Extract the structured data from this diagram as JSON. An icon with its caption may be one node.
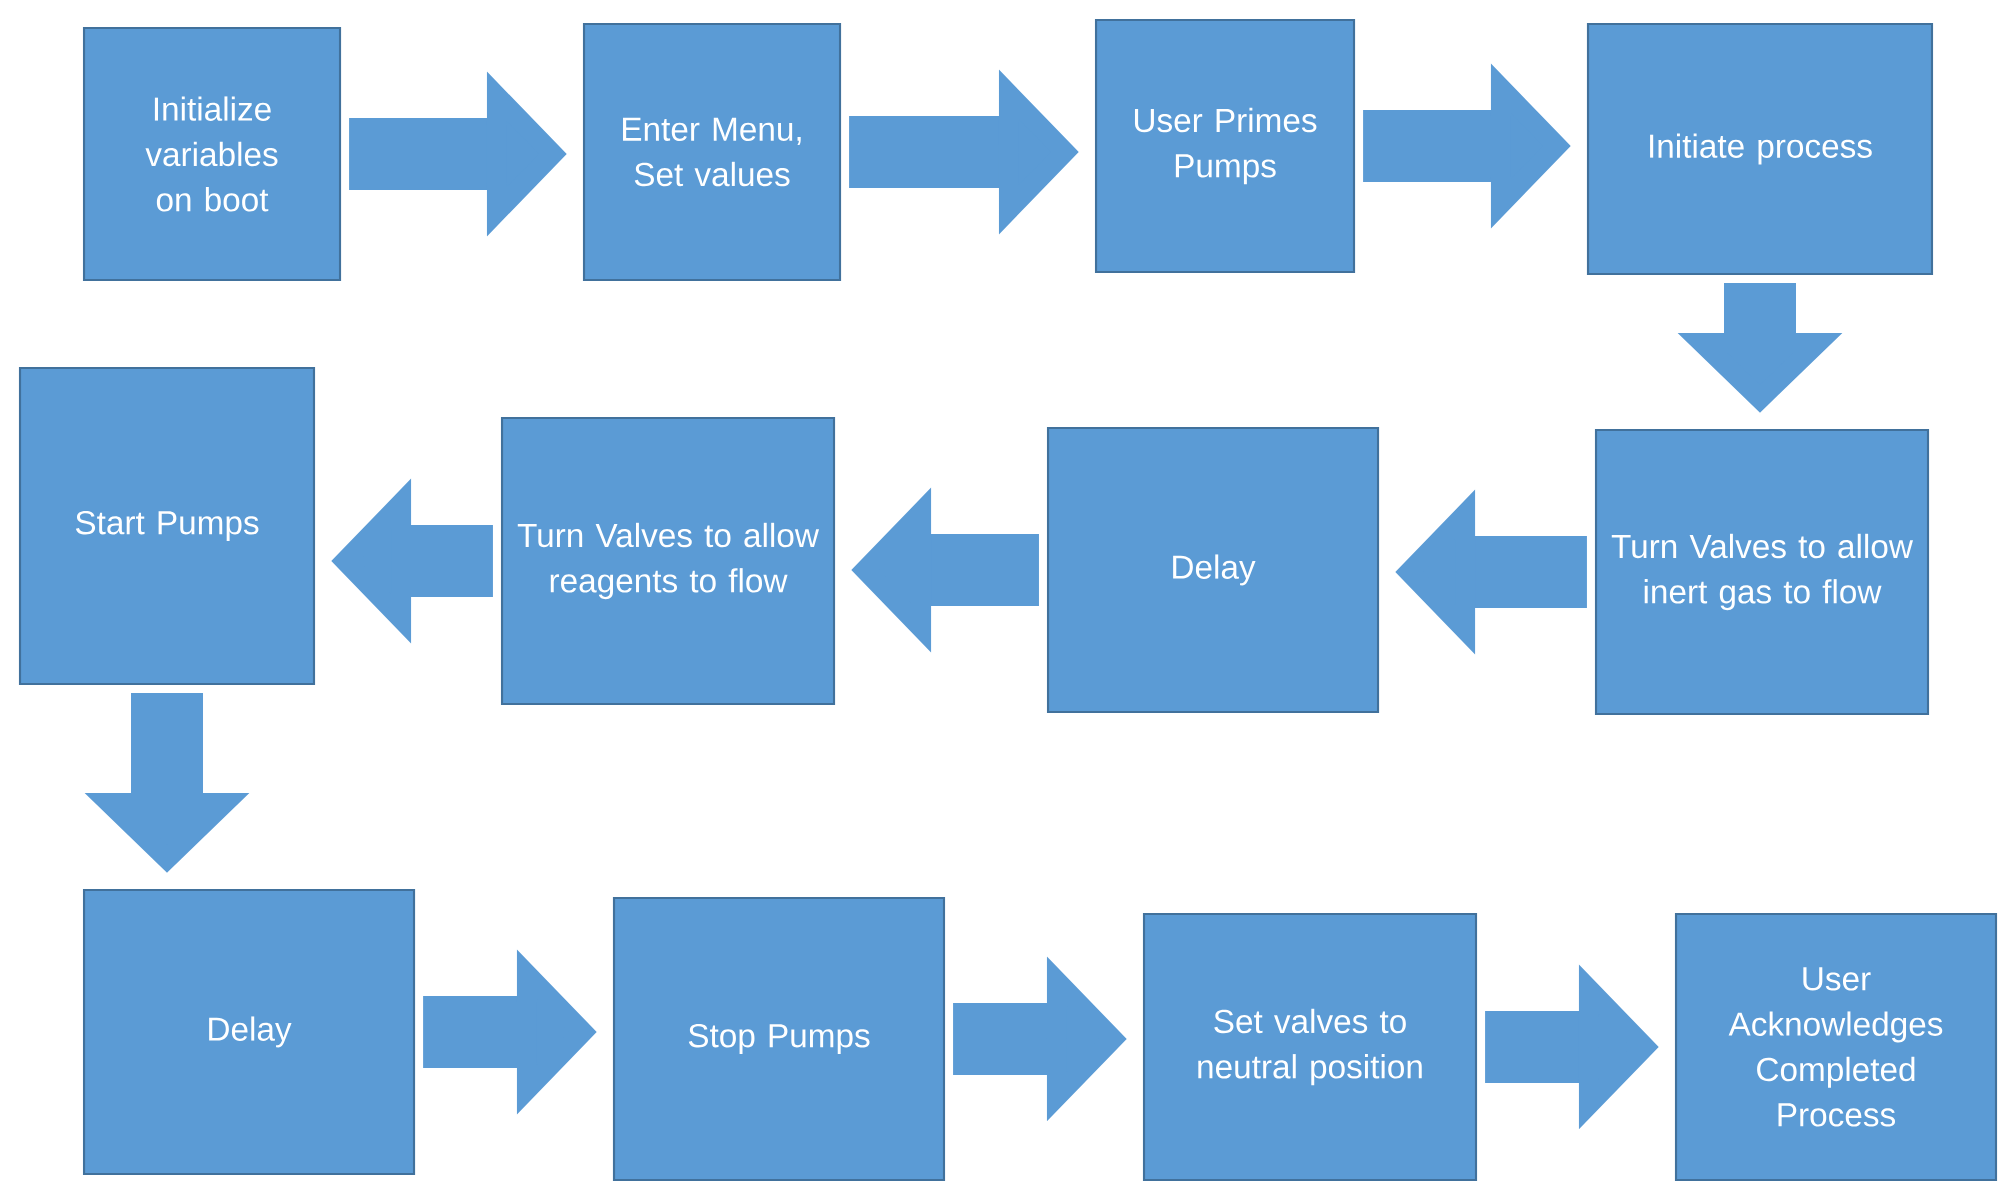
{
  "diagram": {
    "nodes": [
      {
        "text": [
          "Initialize variables on boot"
        ]
      },
      {
        "text": [
          "Enter Menu, Set values"
        ]
      },
      {
        "text": [
          "User Primes Pumps"
        ]
      },
      {
        "text": [
          "Initiate process"
        ]
      },
      {
        "text": [
          "Turn Valves to allow inert gas to flow"
        ]
      },
      {
        "text": [
          "Delay"
        ]
      },
      {
        "text": [
          "Turn Valves to allow reagents to flow"
        ]
      },
      {
        "text": [
          "Start Pumps"
        ]
      },
      {
        "text": [
          "Delay"
        ]
      },
      {
        "text": [
          "Stop Pumps"
        ]
      },
      {
        "text": [
          "Set valves to neutral position"
        ]
      },
      {
        "text": [
          "User Acknowledges Completed Process"
        ]
      }
    ],
    "edges": [
      {
        "from": 0,
        "to": 1,
        "arrow": "to"
      },
      {
        "from": 1,
        "to": 2,
        "arrow": "to"
      },
      {
        "from": 2,
        "to": 3,
        "arrow": "to"
      },
      {
        "from": 3,
        "to": 4,
        "arrow": "to"
      },
      {
        "from": 4,
        "to": 5,
        "arrow": "to"
      },
      {
        "from": 5,
        "to": 6,
        "arrow": "to"
      },
      {
        "from": 6,
        "to": 7,
        "arrow": "to"
      },
      {
        "from": 7,
        "to": 8,
        "arrow": "to"
      },
      {
        "from": 8,
        "to": 9,
        "arrow": "to"
      },
      {
        "from": 9,
        "to": 10,
        "arrow": "to"
      },
      {
        "from": 10,
        "to": 11,
        "arrow": "to"
      }
    ]
  }
}
